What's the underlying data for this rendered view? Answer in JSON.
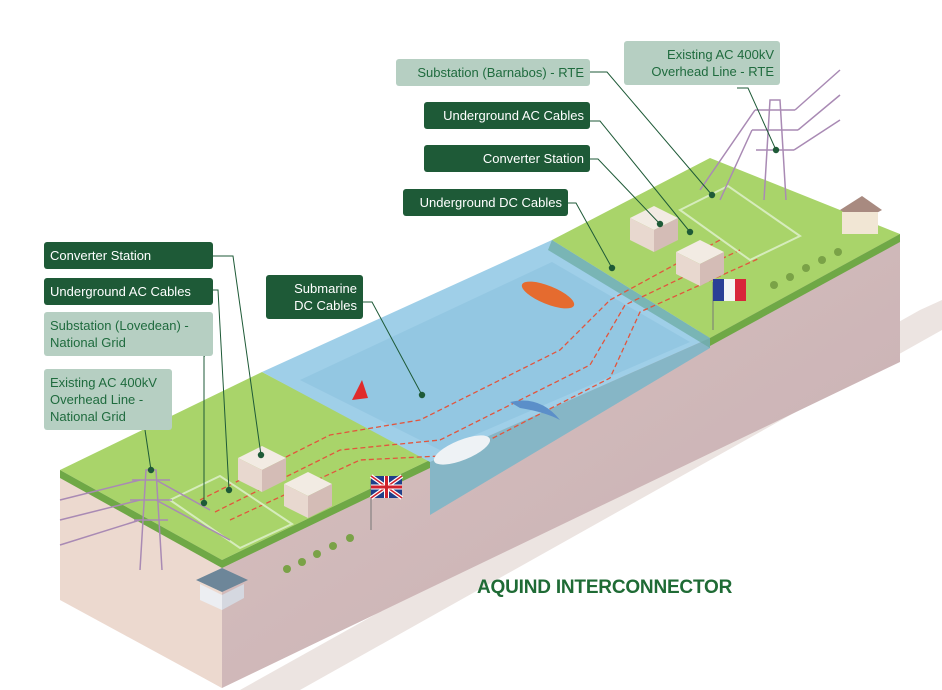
{
  "title": "AQUIND INTERCONNECTOR",
  "colors": {
    "label_dark_bg": "#1e5a37",
    "label_dark_text": "#ffffff",
    "label_light_bg": "#b6cfc2",
    "label_light_text": "#1f6b3e",
    "title": "#1f6b35",
    "grass": "#a9d46a",
    "grass_edge": "#6fa846",
    "soil": "#e6d3cc",
    "water": "#9fcfe8",
    "cable": "#e2553d",
    "leader": "#1e5a37"
  },
  "labels": {
    "fr_substation": "Substation (Barnabos) - RTE",
    "fr_overhead": "Existing AC 400kV\nOverhead Line - RTE",
    "fr_ac_cables": "Underground AC Cables",
    "fr_converter": "Converter Station",
    "fr_dc_cables": "Underground DC Cables",
    "uk_converter": "Converter Station",
    "uk_ac_cables": "Underground AC Cables",
    "uk_substation": "Substation (Lovedean) -\nNational Grid",
    "uk_overhead": "Existing AC 400kV\nOverhead Line -\nNational Grid",
    "submarine": "Submarine\nDC Cables"
  },
  "flags": {
    "uk": "united-kingdom-flag",
    "fr": "france-flag"
  }
}
